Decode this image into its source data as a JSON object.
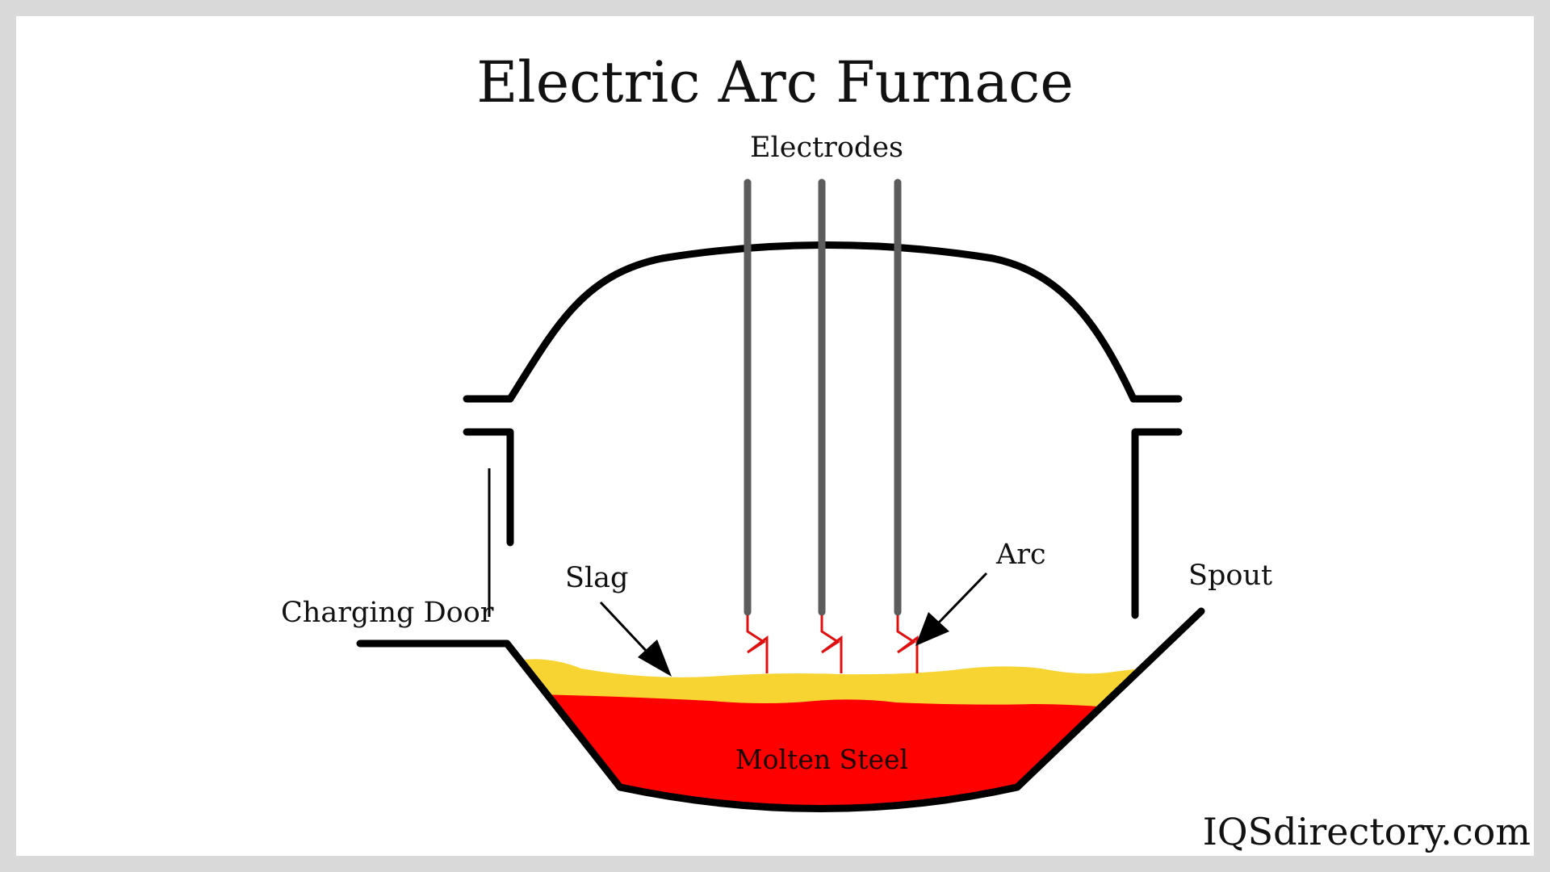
{
  "title": "Electric Arc Furnace",
  "labels": {
    "electrodes": "Electrodes",
    "slag": "Slag",
    "arc": "Arc",
    "spout": "Spout",
    "charging_door": "Charging Door",
    "molten_steel": "Molten Steel"
  },
  "brand": "IQSdirectory.com",
  "colors": {
    "outline": "#000000",
    "electrode": "#5c5c5c",
    "arc": "#e01010",
    "slag": "#f7d431",
    "molten_steel": "#ff0000",
    "background": "#ffffff",
    "border": "#d9d9d9"
  },
  "icons": [
    "arrow-pointer-icon"
  ]
}
